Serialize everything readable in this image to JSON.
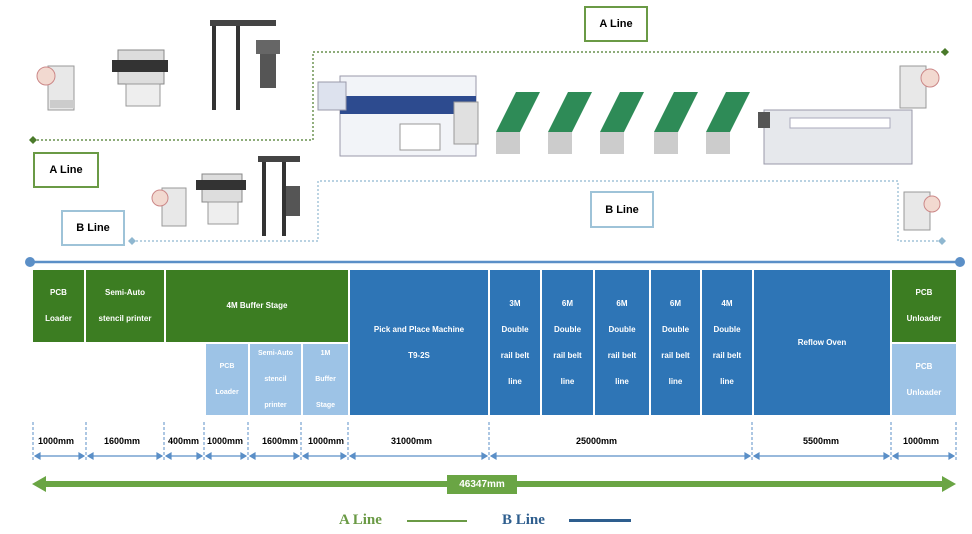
{
  "tags": {
    "a_top": "A Line",
    "a_left": "A Line",
    "b_mid": "B Line",
    "b_left": "B Line"
  },
  "table": {
    "pcb_loader": "PCB\nLoader",
    "semi_auto": "Semi-Auto\nstencil printer",
    "buffer4m": "4M Buffer Stage",
    "pcb_loader_b": "PCB\nLoader",
    "semi_auto_b": "Semi-Auto\nstencil\nprinter",
    "buffer1m_b": "1M\nBuffer\nStage",
    "pick_place": "Pick and Place Machine\nT9-2S",
    "rail1": "3M\nDouble\nrail belt\nline",
    "rail2": "6M\nDouble\nrail belt\nline",
    "rail3": "6M\nDouble\nrail belt\nline",
    "rail4": "6M\nDouble\nrail belt\nline",
    "rail5": "4M\nDouble\nrail belt\nline",
    "reflow": "Reflow Oven",
    "unloader": "PCB\nUnloader",
    "unloader_b": "PCB\nUnloader"
  },
  "dims": {
    "d1": "1000mm",
    "d2": "1600mm",
    "d3": "400mm",
    "d4": "1000mm",
    "d5": "1600mm",
    "d6": "1000mm",
    "d7": "31000mm",
    "d8": "25000mm",
    "d9": "5500mm",
    "d10": "1000mm"
  },
  "total": "46347mm",
  "legend": {
    "a": "A Line",
    "b": "B Line"
  },
  "colors": {
    "green": "#3c7d22",
    "dark_blue": "#2e75b6",
    "light_blue": "#9dc3e6",
    "a_line": "#6a9a45",
    "b_line": "#2e5e8e"
  }
}
